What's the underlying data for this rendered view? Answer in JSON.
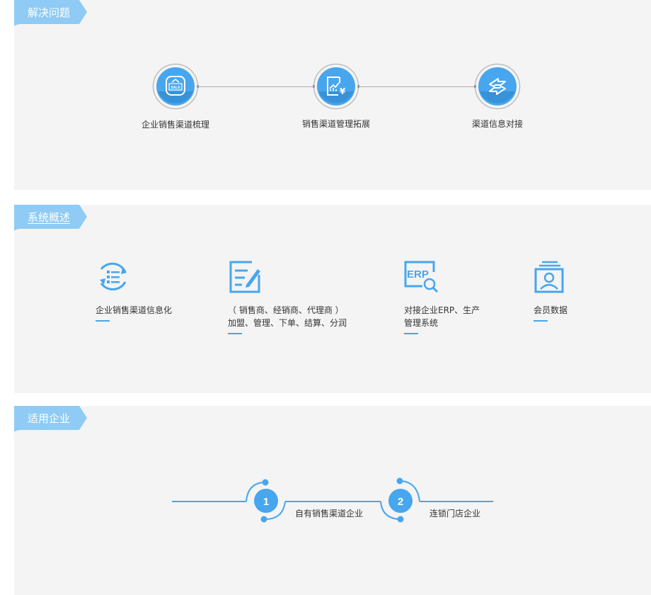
{
  "sections": {
    "solve": {
      "title": "解决问题",
      "steps": [
        {
          "label": "企业销售渠道梳理",
          "icon": "sale-tag-icon"
        },
        {
          "label": "销售渠道管理拓展",
          "icon": "chart-yen-icon"
        },
        {
          "label": "渠道信息对接",
          "icon": "exchange-arrows-icon"
        }
      ]
    },
    "overview": {
      "title": "系统概述",
      "features": [
        {
          "line1": "企业销售渠道信息化",
          "line2": "",
          "icon": "list-cycle-icon"
        },
        {
          "line1": "（ 销售商、经销商、代理商 ）",
          "line2": "加盟、管理、下单、结算、分润",
          "icon": "edit-pencil-icon"
        },
        {
          "line1": "对接企业ERP、生产",
          "line2": "管理系统",
          "icon": "erp-search-icon",
          "icon_text": "ERP"
        },
        {
          "line1": "会员数据",
          "line2": "",
          "icon": "member-card-icon"
        }
      ]
    },
    "applicable": {
      "title": "适用企业",
      "items": [
        {
          "number": "1",
          "label": "自有销售渠道企业"
        },
        {
          "number": "2",
          "label": "连锁门店企业"
        }
      ]
    }
  },
  "colors": {
    "accent": "#47a6ee",
    "tab": "#8fcbf4",
    "panel": "#f4f4f4",
    "line": "#a9a9a9"
  }
}
